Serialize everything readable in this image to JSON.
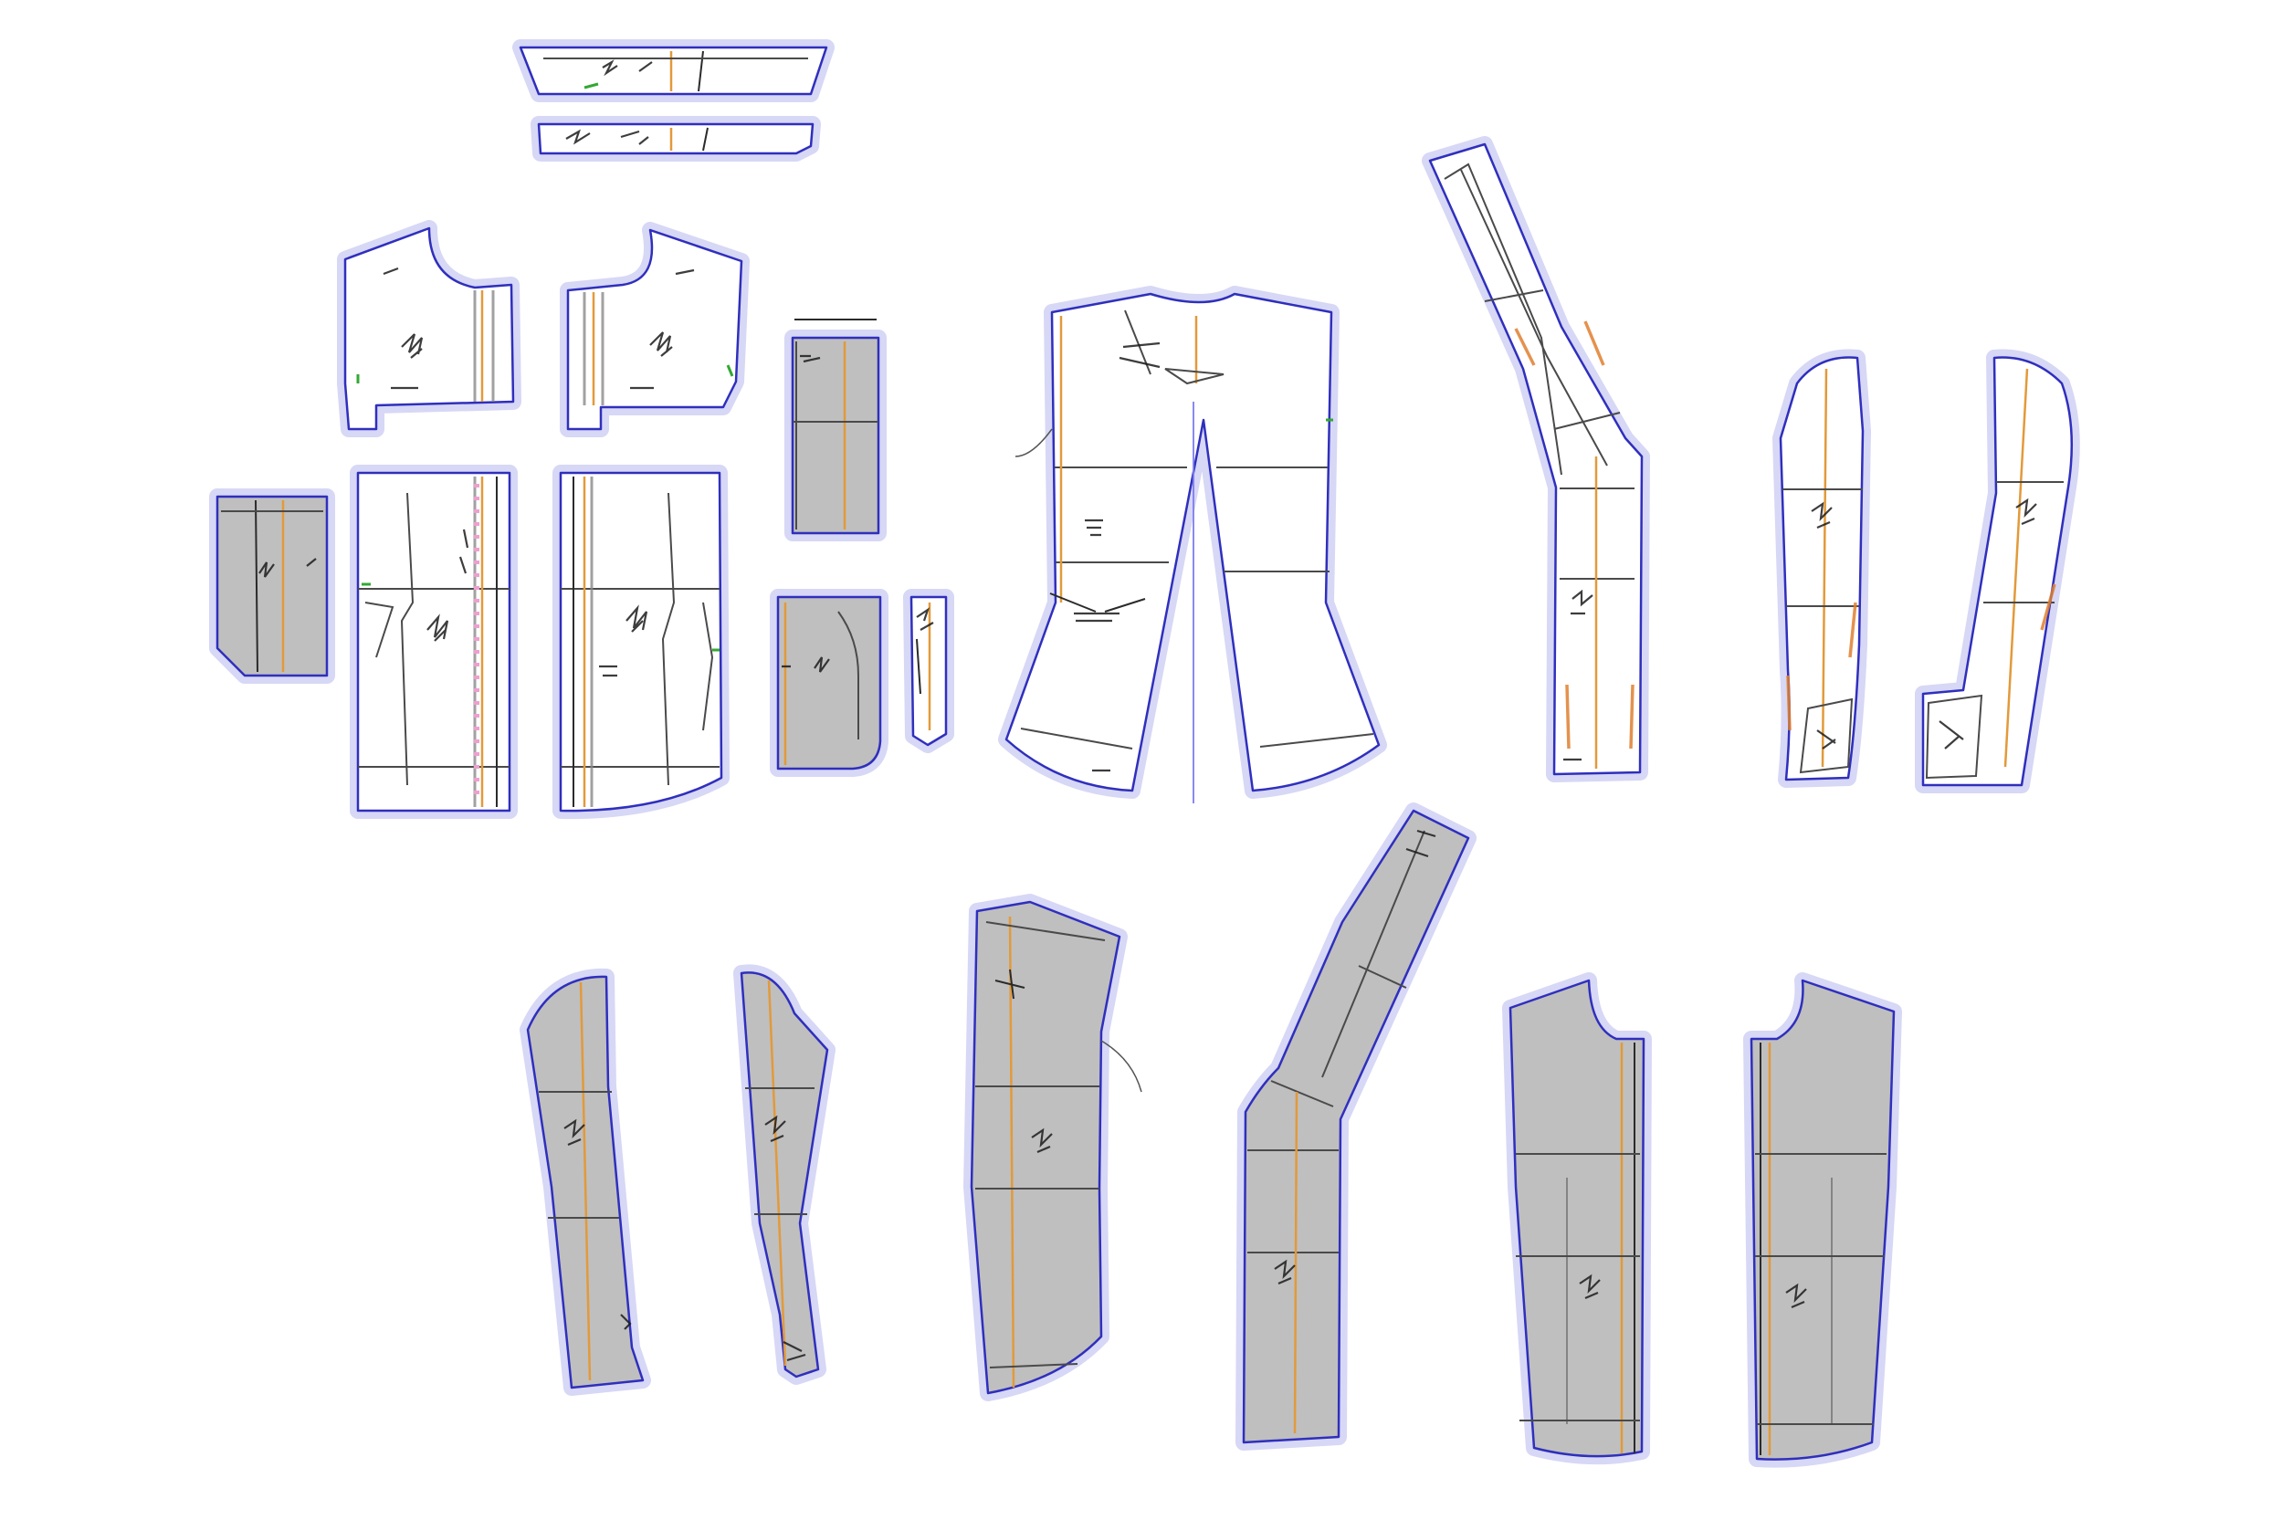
{
  "pieces": [
    {
      "id": "waistband-top",
      "fill": "white"
    },
    {
      "id": "waistband-bottom",
      "fill": "white"
    },
    {
      "id": "yoke-left",
      "fill": "white"
    },
    {
      "id": "yoke-right",
      "fill": "white"
    },
    {
      "id": "pocket-tall",
      "fill": "gray"
    },
    {
      "id": "pocket-left",
      "fill": "gray"
    },
    {
      "id": "body-left",
      "fill": "white"
    },
    {
      "id": "body-right",
      "fill": "white"
    },
    {
      "id": "pocket-small",
      "fill": "gray"
    },
    {
      "id": "strip",
      "fill": "white"
    },
    {
      "id": "trousers",
      "fill": "white"
    },
    {
      "id": "leg-bent",
      "fill": "white"
    },
    {
      "id": "sleeve-1",
      "fill": "white"
    },
    {
      "id": "sleeve-2",
      "fill": "white"
    },
    {
      "id": "lining-sleeve-1",
      "fill": "gray"
    },
    {
      "id": "lining-sleeve-2",
      "fill": "gray"
    },
    {
      "id": "lining-panel",
      "fill": "gray"
    },
    {
      "id": "lining-leg-bent",
      "fill": "gray"
    },
    {
      "id": "lining-front-left",
      "fill": "gray"
    },
    {
      "id": "lining-front-right",
      "fill": "gray"
    }
  ],
  "colors": {
    "background": "#ffffff",
    "outline": "#2f2fbd",
    "halo": "#c9c9f3",
    "piece_white": "#ffffff",
    "piece_gray": "#bfbfbf",
    "grainline": "#e29a3a",
    "notch": "#33a833"
  }
}
